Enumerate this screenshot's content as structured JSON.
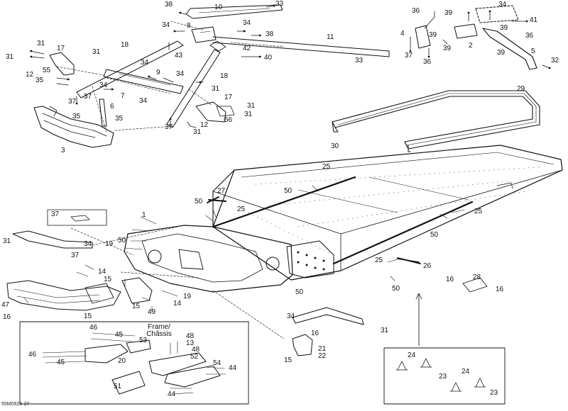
{
  "diagram": {
    "reference_code": "55M0925-27",
    "inset_caption_line1": "Frame/",
    "inset_caption_line2": "Châssis",
    "callouts": {
      "c38a": "38",
      "c10": "10",
      "c33a": "33",
      "c34a": "34",
      "c8": "8",
      "c34b": "34",
      "c38b": "38",
      "c11": "11",
      "c31a": "31",
      "c17a": "17",
      "c18a": "18",
      "c31b": "31",
      "c31c": "31",
      "c43": "43",
      "c42": "42",
      "c40": "40",
      "c33b": "33",
      "c55": "55",
      "c34c": "34",
      "c12a": "12",
      "c9": "9",
      "c35a": "35",
      "c34d": "34",
      "c18b": "18",
      "c37a": "37",
      "c34e": "34",
      "c7": "7",
      "c31d": "31",
      "c34f": "34",
      "c6": "6",
      "c17b": "17",
      "c31e": "31",
      "c35b": "35",
      "c35c": "35",
      "c56": "56",
      "c31f": "31",
      "c37b": "37",
      "c12b": "12",
      "c3": "3",
      "c31g": "31",
      "c36a": "36",
      "c39a": "39",
      "c34g": "34",
      "c41": "41",
      "c4": "4",
      "c39b": "39",
      "c39c": "39",
      "c36b": "36",
      "c2": "2",
      "c39d": "39",
      "c37c": "37",
      "c36c": "36",
      "c39e": "39",
      "c5": "5",
      "c32": "32",
      "c29": "29",
      "c30": "30",
      "c25a": "25",
      "c27": "27",
      "c50a": "50",
      "c50b": "50",
      "c25b": "25",
      "c25c": "25",
      "c1": "1",
      "c37d": "37",
      "c50c": "50",
      "c31h": "31",
      "c34h": "34",
      "c50d": "50",
      "c19a": "19",
      "c37e": "37",
      "c14a": "14",
      "c15a": "15",
      "c25d": "25",
      "c26": "26",
      "c16a": "16",
      "c28": "28",
      "c16b": "16",
      "c19b": "19",
      "c50e": "50",
      "c50f": "50",
      "c15b": "15",
      "c14b": "14",
      "c49": "49",
      "c47": "47",
      "c16c": "16",
      "c15c": "15",
      "c34i": "34",
      "c31i": "31",
      "c16d": "16",
      "c21": "21",
      "c22": "22",
      "c15d": "15",
      "c46a": "46",
      "c45a": "45",
      "c48a": "48",
      "c13": "13",
      "c48b": "48",
      "c53": "53",
      "c52": "52",
      "c46b": "46",
      "c45b": "45",
      "c20": "20",
      "c54": "54",
      "c44a": "44",
      "c51": "51",
      "c44b": "44",
      "c24a": "24",
      "c23a": "23",
      "c24b": "24",
      "c23b": "23"
    }
  }
}
